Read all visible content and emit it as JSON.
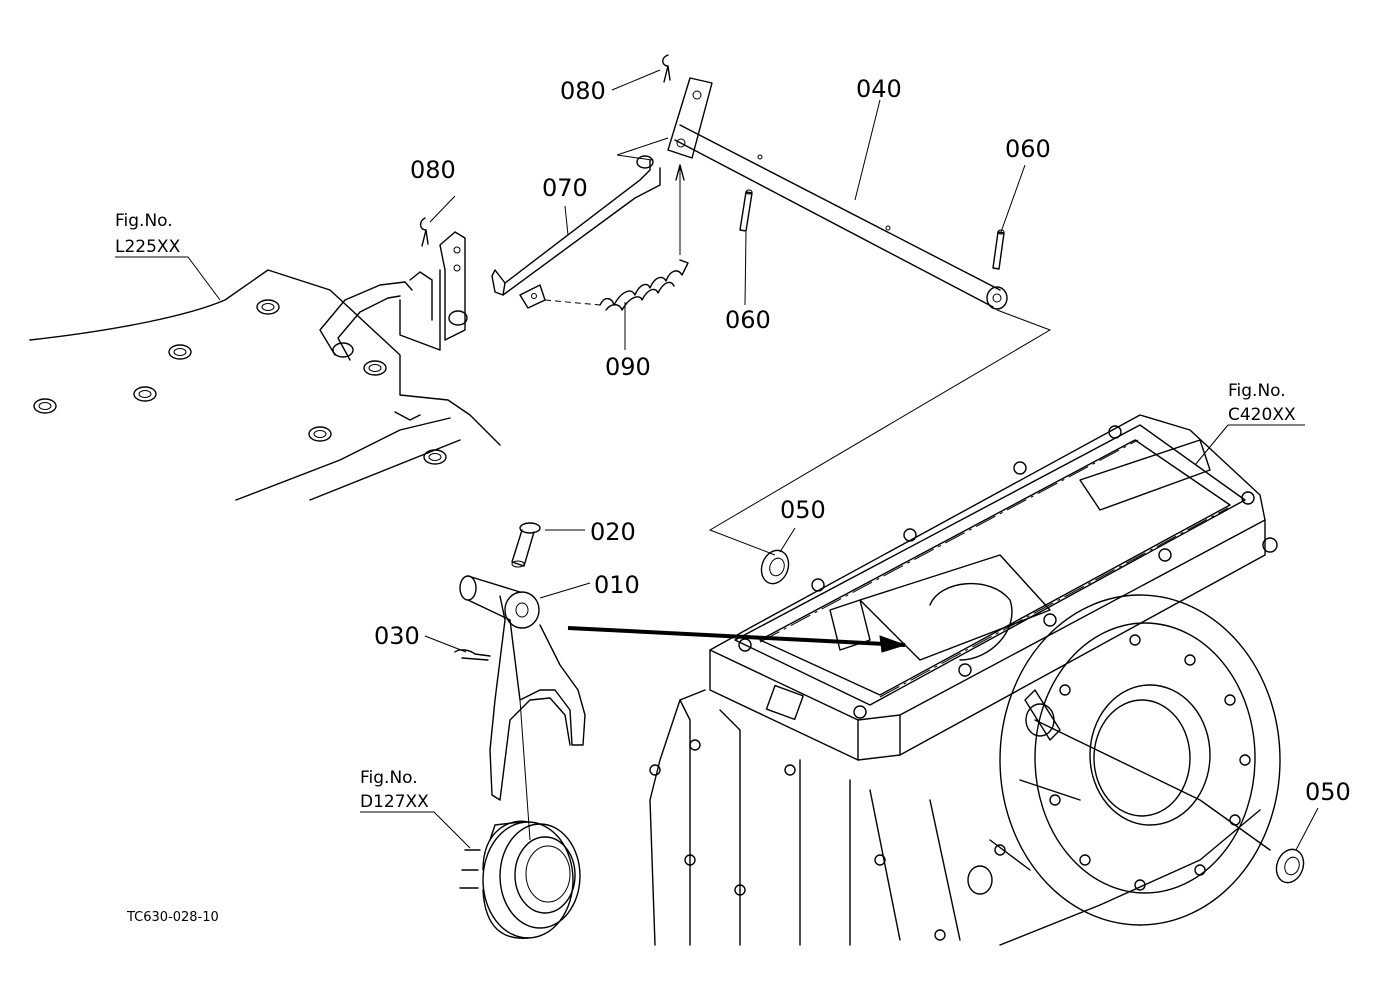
{
  "parts": {
    "p080a": "080",
    "p080b": "080",
    "p070": "070",
    "p090": "090",
    "p040": "040",
    "p060a": "060",
    "p060b": "060",
    "p050a": "050",
    "p050b": "050",
    "p020": "020",
    "p010": "010",
    "p030": "030"
  },
  "fig_refs": {
    "l225": {
      "label": "Fig.No.",
      "code": "L225XX"
    },
    "c420": {
      "label": "Fig.No.",
      "code": "C420XX"
    },
    "d127": {
      "label": "Fig.No.",
      "code": "D127XX"
    }
  },
  "drawing_code": "TC630-028-10"
}
